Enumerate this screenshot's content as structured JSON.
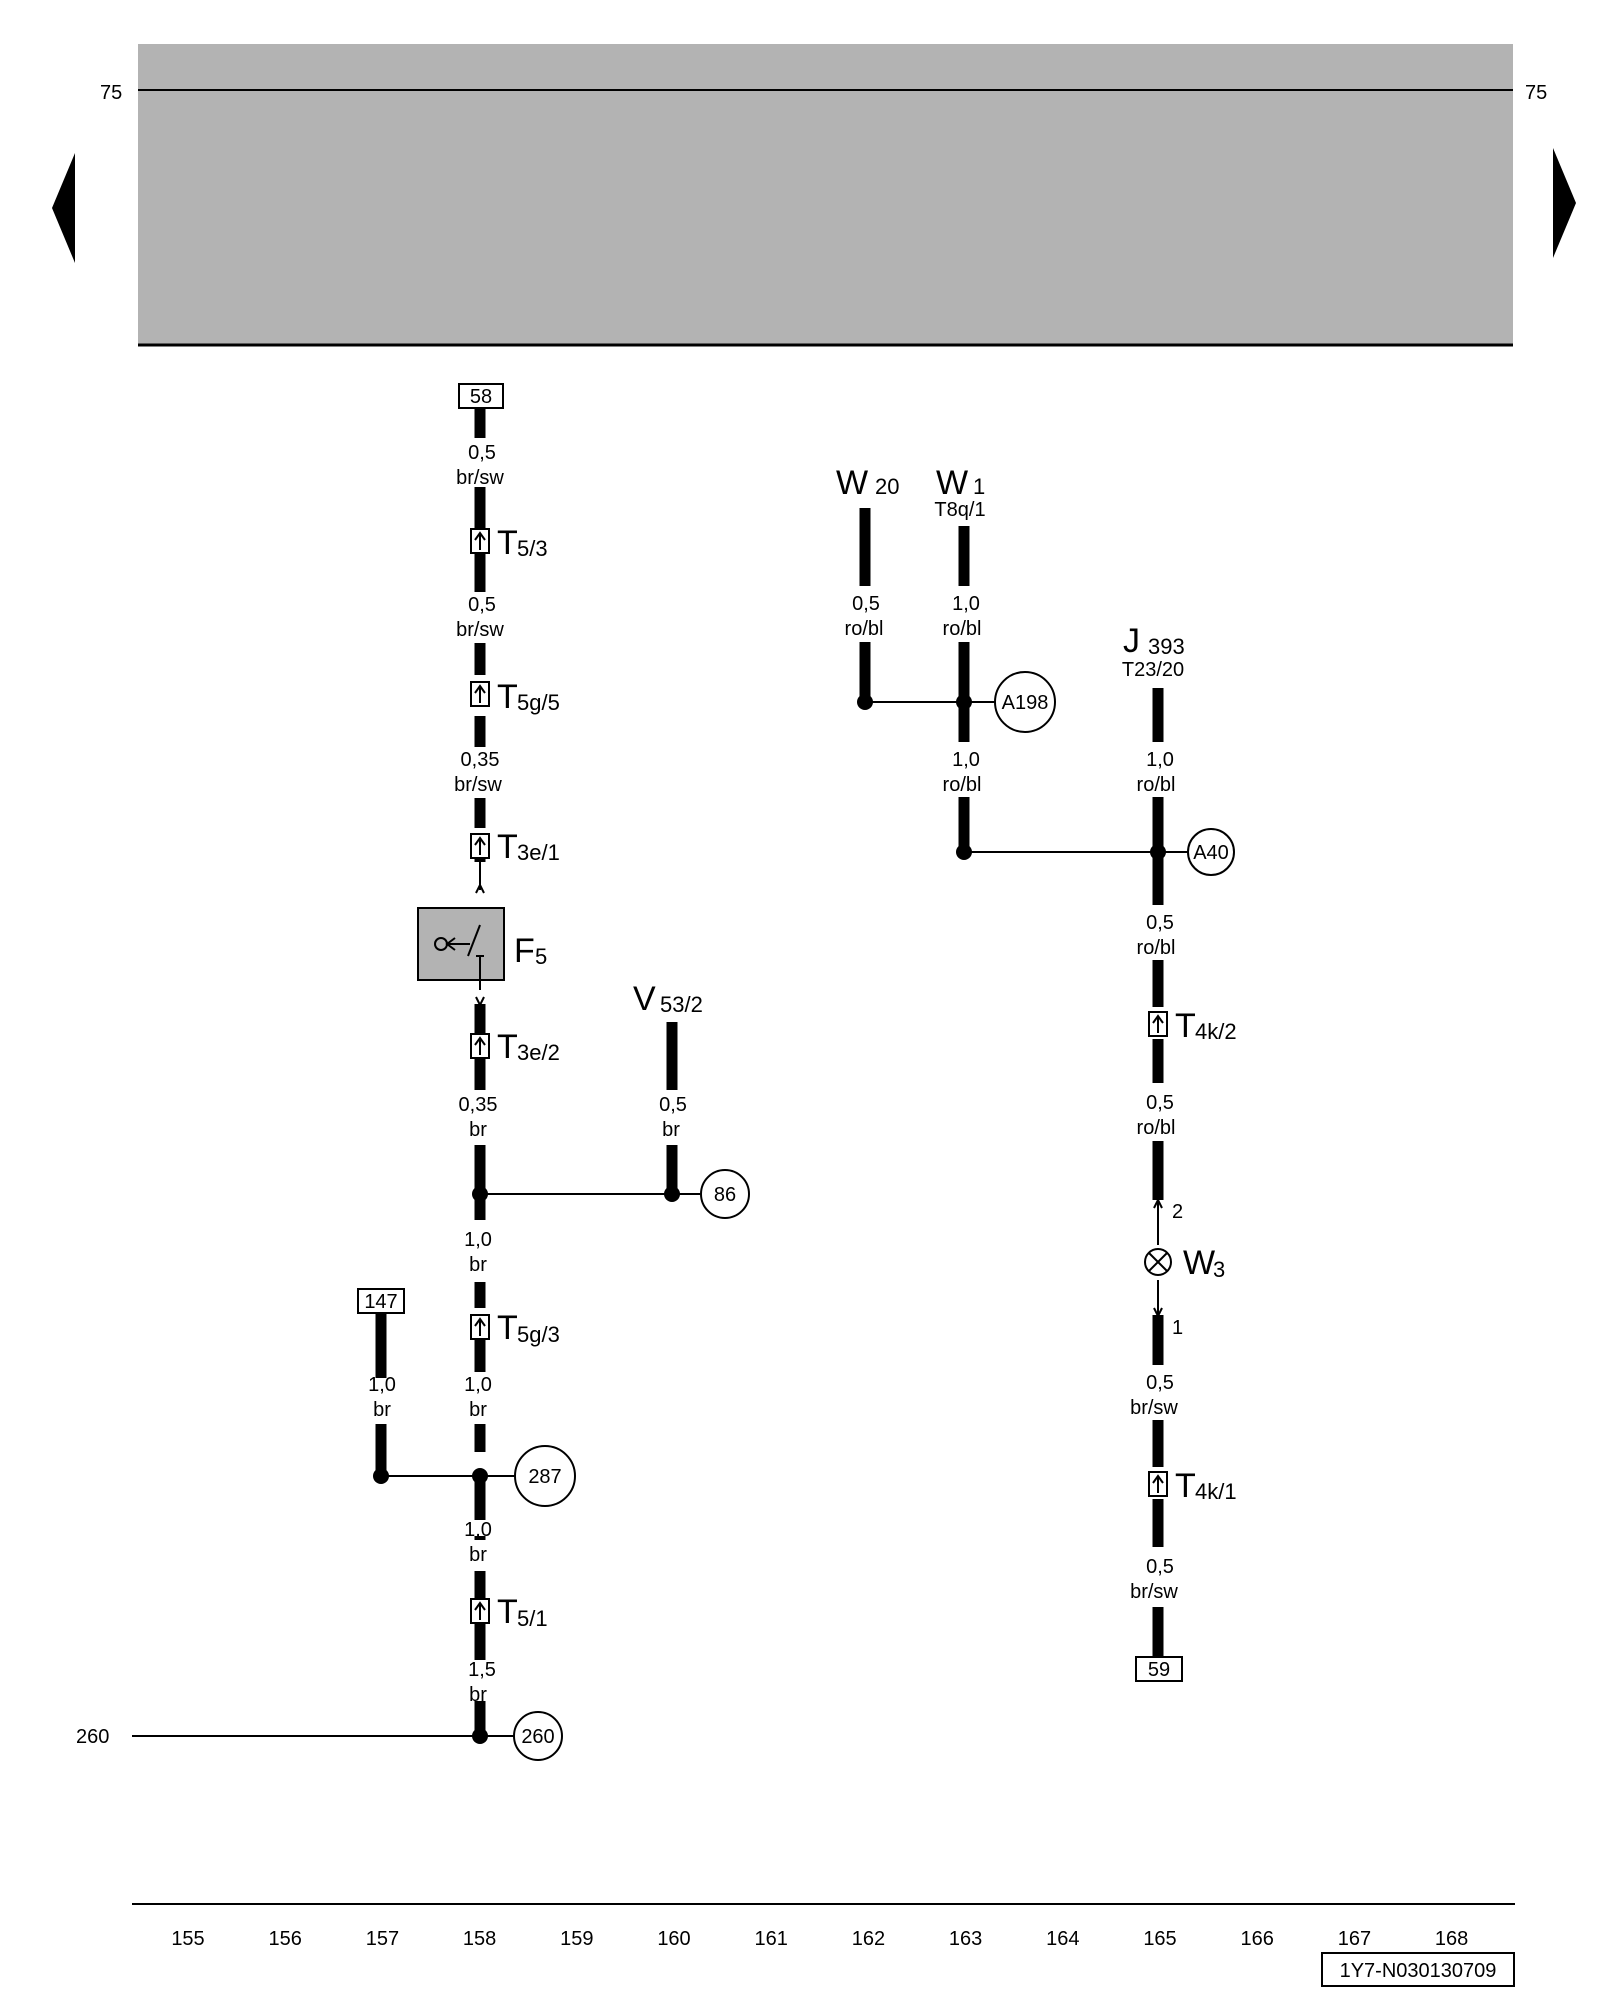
{
  "header": {
    "ref_left": "75",
    "ref_right": "75"
  },
  "connectors": {
    "top_58": "58",
    "box_147": "147",
    "box_59": "59"
  },
  "wires": {
    "w1": [
      "0,5",
      "br/sw"
    ],
    "w2": [
      "0,5",
      "br/sw"
    ],
    "w3": [
      "0,35",
      "br/sw"
    ],
    "w4": [
      "0,35",
      "br"
    ],
    "w5": [
      "1,0",
      "br"
    ],
    "w6": [
      "1,0",
      "br"
    ],
    "w7": [
      "1,0",
      "br"
    ],
    "w8": [
      "1,0",
      "br"
    ],
    "w9": [
      "1,5",
      "br"
    ],
    "w10": [
      "0,5",
      "br"
    ],
    "w11": [
      "0,5",
      "ro/bl"
    ],
    "w12": [
      "1,0",
      "ro/bl"
    ],
    "w13": [
      "1,0",
      "ro/bl"
    ],
    "w14": [
      "1,0",
      "ro/bl"
    ],
    "w15": [
      "0,5",
      "ro/bl"
    ],
    "w16": [
      "0,5",
      "ro/bl"
    ],
    "w17": [
      "0,5",
      "br/sw"
    ],
    "w18": [
      "0,5",
      "br/sw"
    ]
  },
  "plugs": {
    "p1": [
      "T",
      "5/3"
    ],
    "p2": [
      "T",
      "5g/5"
    ],
    "p3": [
      "T",
      "3e/1"
    ],
    "p4": [
      "T",
      "3e/2"
    ],
    "p5": [
      "T",
      "5g/3"
    ],
    "p6": [
      "T",
      "5/1"
    ],
    "p7": [
      "T",
      "4k/2"
    ],
    "p8": [
      "T",
      "4k/1"
    ]
  },
  "components": {
    "f5": [
      "F",
      "5"
    ],
    "v53": [
      "V",
      "53/2"
    ],
    "w20": [
      "W",
      "20"
    ],
    "w1": [
      "W",
      "1"
    ],
    "w1_pin": "T8q/1",
    "j393": [
      "J",
      "393"
    ],
    "j393_pin": "T23/20",
    "w3": [
      "W",
      "3"
    ],
    "w3_pin_top": "2",
    "w3_pin_bottom": "1"
  },
  "circles": {
    "c86": "86",
    "c287": "287",
    "c260": "260",
    "cA198": "A198",
    "cA40": "A40"
  },
  "side_refs": {
    "left_260": "260"
  },
  "ruler": [
    "155",
    "156",
    "157",
    "158",
    "159",
    "160",
    "161",
    "162",
    "163",
    "164",
    "165",
    "166",
    "167",
    "168"
  ],
  "doc_id": "1Y7-N030130709",
  "colors": {
    "header_fill": "#b3b3b3",
    "relay_fill": "#b3b3b3"
  }
}
